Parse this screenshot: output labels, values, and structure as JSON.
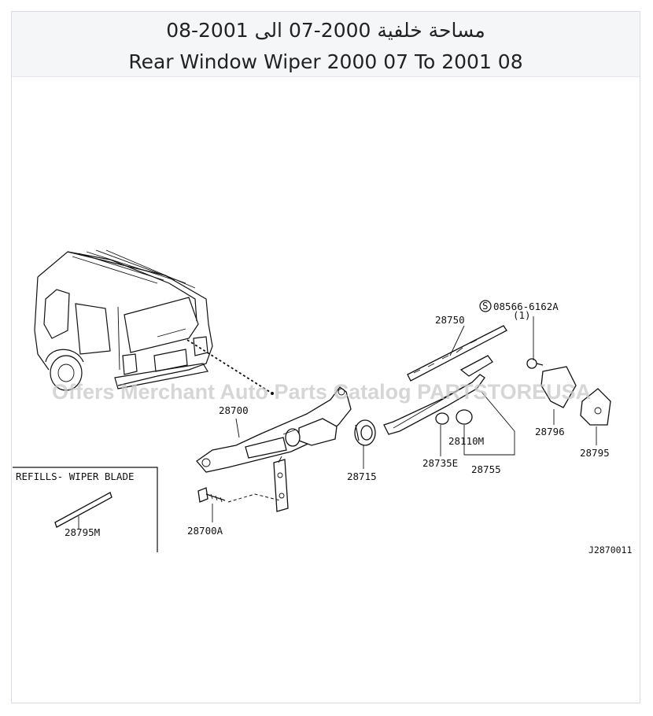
{
  "header": {
    "title_ar": "مساحة خلفية 2000-07 الى 2001-08",
    "title_en": "Rear Window Wiper 2000 07 To 2001 08"
  },
  "watermark": "Offers Merchant Auto Parts Catalog PARTSTOREUSA",
  "labels": {
    "bolt_spec": "08566-6162A",
    "bolt_qty": "(1)",
    "blade": "28750",
    "motor": "28700",
    "seal": "28715",
    "nut": "28735E",
    "cap": "28110M",
    "arm": "28755",
    "cover": "28796",
    "cover_bracket": "28795",
    "motor_bolt": "28700A",
    "refill": "28795M",
    "refills_title": "REFILLS- WIPER BLADE",
    "diagram_code": "J2870011"
  },
  "colors": {
    "header_bg": "#f4f6f8",
    "line": "#111111",
    "watermark": "#c8c8c8"
  }
}
